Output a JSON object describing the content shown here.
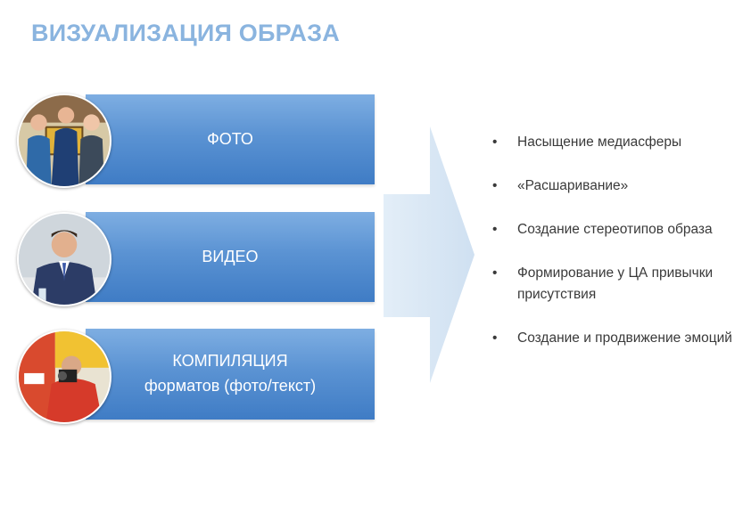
{
  "slide": {
    "title": "ВИЗУАЛИЗАЦИЯ ОБРАЗА",
    "boxes": [
      {
        "lines": [
          "ФОТО"
        ]
      },
      {
        "lines": [
          "ВИДЕО"
        ]
      },
      {
        "lines": [
          "КОМПИЛЯЦИЯ",
          "форматов (фото/текст)"
        ]
      }
    ],
    "bullet_symbol": "•",
    "bullets": [
      "Насыщение медиасферы",
      "«Расшаривание»",
      "Создание стереотипов образа",
      "Формирование  у ЦА привычки присутствия",
      "Создание и продвижение эмоций"
    ],
    "colors": {
      "title": "#8ab4df",
      "box_top": "#7eaee2",
      "box_bottom": "#3f7cc5",
      "arrow": "#dce9f6"
    },
    "icons": [
      "group-photo",
      "man-in-suit-photo",
      "photographer-photo",
      "right-arrow"
    ]
  }
}
